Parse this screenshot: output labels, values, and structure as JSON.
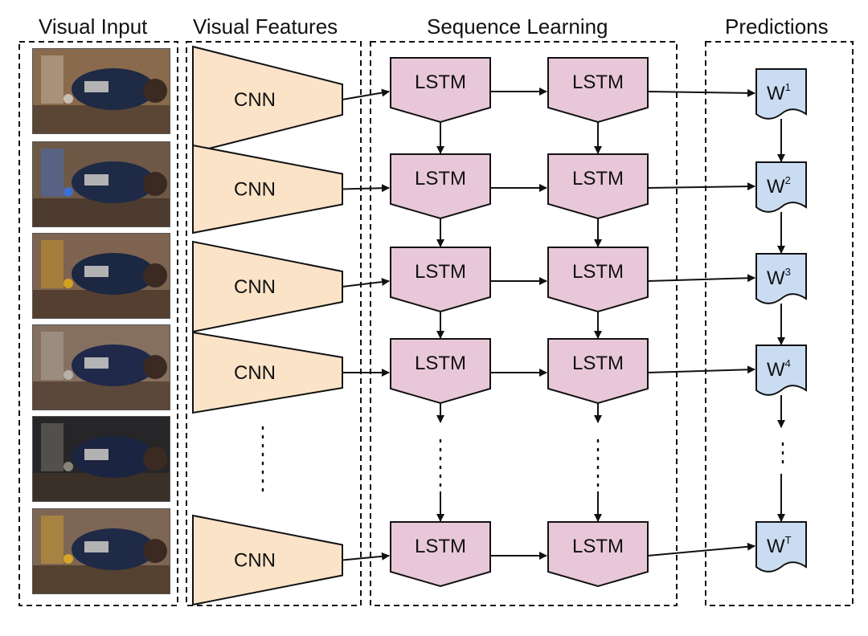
{
  "titles": {
    "visual_input": "Visual Input",
    "visual_features": "Visual Features",
    "sequence_learning": "Sequence Learning",
    "predictions": "Predictions"
  },
  "cnn_label": "CNN",
  "lstm_label": "LSTM",
  "predictions": [
    {
      "base": "W",
      "sup": "1"
    },
    {
      "base": "W",
      "sup": "2"
    },
    {
      "base": "W",
      "sup": "3"
    },
    {
      "base": "W",
      "sup": "4"
    },
    {
      "base": "W",
      "sup": "T"
    }
  ],
  "frames": [
    {
      "name": "video-frame-1",
      "bg": "#8a6a4c",
      "floor": "#5b4636",
      "person": "#1f2a44",
      "accent": "#c9c0b4"
    },
    {
      "name": "video-frame-2",
      "bg": "#6e5846",
      "floor": "#4c3b2e",
      "person": "#1e2a46",
      "accent": "#3d6fd0"
    },
    {
      "name": "video-frame-3",
      "bg": "#7d6350",
      "floor": "#553f30",
      "person": "#1c2742",
      "accent": "#d4a020"
    },
    {
      "name": "video-frame-4",
      "bg": "#857060",
      "floor": "#5c483a",
      "person": "#20294a",
      "accent": "#b5b0a8"
    },
    {
      "name": "video-frame-5",
      "bg": "#262628",
      "floor": "#3b3027",
      "person": "#1b2440",
      "accent": "#8a8478"
    },
    {
      "name": "video-frame-6",
      "bg": "#7e6655",
      "floor": "#55412f",
      "person": "#1f2a46",
      "accent": "#d6a62a"
    }
  ],
  "colors": {
    "cnn_fill": "#fbe3c8",
    "lstm_fill": "#e8c8d8",
    "word_fill": "#c9dcf2",
    "stroke": "#111111"
  }
}
